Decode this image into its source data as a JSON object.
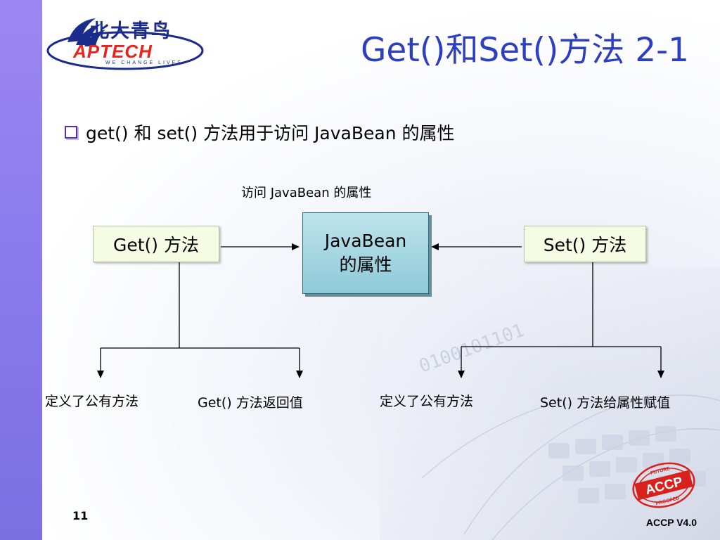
{
  "slide": {
    "title": "Get()和Set()方法 2-1",
    "bullet": "get() 和 set() 方法用于访问 JavaBean 的属性",
    "page_number": "11",
    "footer": "ACCP  V4.0"
  },
  "logo": {
    "chinese_name": "北大青鸟",
    "english_name": "APTECH",
    "tagline": "WE CHANGE LIVES"
  },
  "seal": {
    "text": "ACCP",
    "ring_top": "FUTURE",
    "ring_bottom": "PROOFED"
  },
  "diagram": {
    "access_label": "访问  JavaBean 的属性",
    "center_box": {
      "line1": "JavaBean",
      "line2": "的属性"
    },
    "get_box": "Get() 方法",
    "set_box": "Set() 方法",
    "get_leaves": [
      "定义了公有方法",
      "Get() 方法返回值"
    ],
    "set_leaves": [
      "定义了公有方法",
      "Set() 方法给属性赋值"
    ]
  },
  "colors": {
    "title": "#2e3ec0",
    "left_bar": "#8a7aec",
    "box_fill": "#f6fbe4",
    "center_box_fill": "#a8d6e2",
    "seal_red": "#d8201c"
  }
}
